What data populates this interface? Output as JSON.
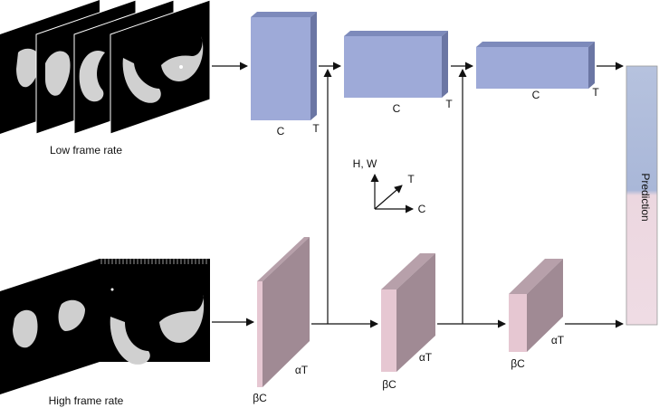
{
  "colors": {
    "slow_front": "#9fabd8",
    "slow_top": "#7b88b8",
    "slow_side": "#6b76a4",
    "fast_front": "#e6c7d2",
    "fast_side": "#a08a94",
    "fast_top": "#b7a0aa",
    "pred_top": "#b2bfdc",
    "pred_bottom": "#ecd6df",
    "frame_bg": "#000000"
  },
  "inputs": {
    "low_caption": "Low frame rate",
    "high_caption": "High frame rate"
  },
  "slow_path": {
    "block1": {
      "c": "C",
      "t": "T"
    },
    "block2": {
      "c": "C",
      "t": "T"
    },
    "block3": {
      "c": "C",
      "t": "T"
    }
  },
  "fast_path": {
    "block1": {
      "c": "βC",
      "t": "αT"
    },
    "block2": {
      "c": "βC",
      "t": "αT"
    },
    "block3": {
      "c": "βC",
      "t": "αT"
    }
  },
  "axes": {
    "hw": "H, W",
    "t": "T",
    "c": "C"
  },
  "prediction": {
    "label": "Prediction"
  }
}
